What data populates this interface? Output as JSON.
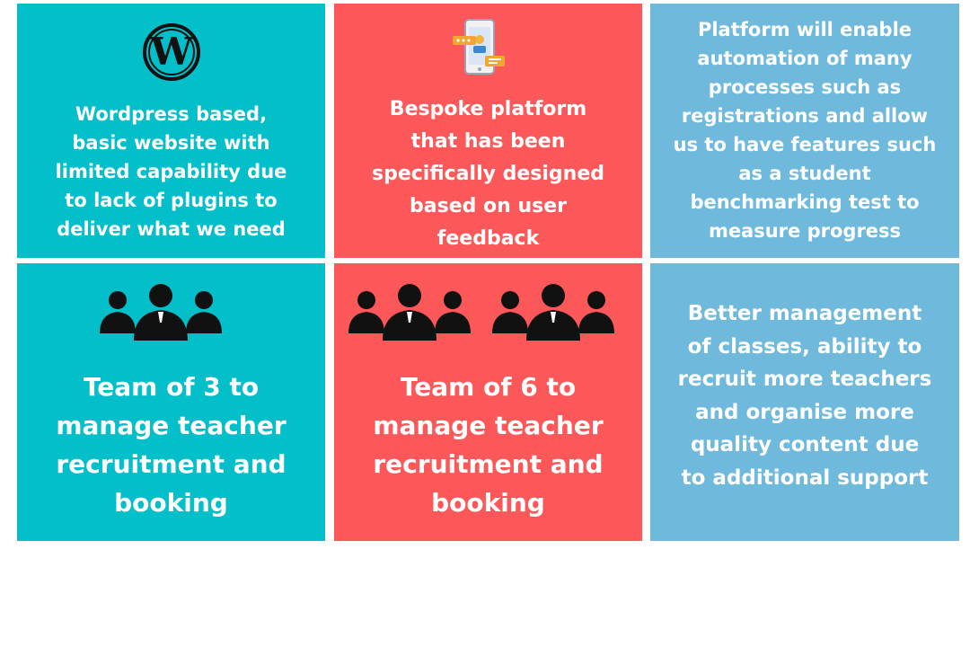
{
  "colors": {
    "teal": "#03bfc9",
    "red": "#fd5859",
    "blue": "#6fb9dc",
    "text": "#ffffff",
    "icon": "#111111"
  },
  "grid": {
    "top_left": {
      "icon": "wordpress-logo-icon",
      "text": "Wordpress based,\nbasic website with\nlimited capability due\nto lack of plugins to\ndeliver what we need"
    },
    "top_middle": {
      "icon": "mobile-app-feedback-icon",
      "text": "Bespoke platform\nthat has been\nspecifically designed\nbased on user\nfeedback"
    },
    "top_right": {
      "text": "Platform will enable\nautomation of many\nprocesses such as\nregistrations and allow\nus to have features such\nas a student\nbenchmarking test to\nmeasure progress"
    },
    "bottom_left": {
      "icon": "team-group-icon",
      "team_size": 3,
      "text": "Team of 3 to\nmanage teacher\nrecruitment and\nbooking"
    },
    "bottom_middle": {
      "icon": "team-group-icon",
      "team_size": 6,
      "text": "Team of 6 to\nmanage teacher\nrecruitment and\nbooking"
    },
    "bottom_right": {
      "text": "Better management\nof classes, ability to\nrecruit more teachers\nand organise more\nquality content due\nto additional support"
    }
  }
}
